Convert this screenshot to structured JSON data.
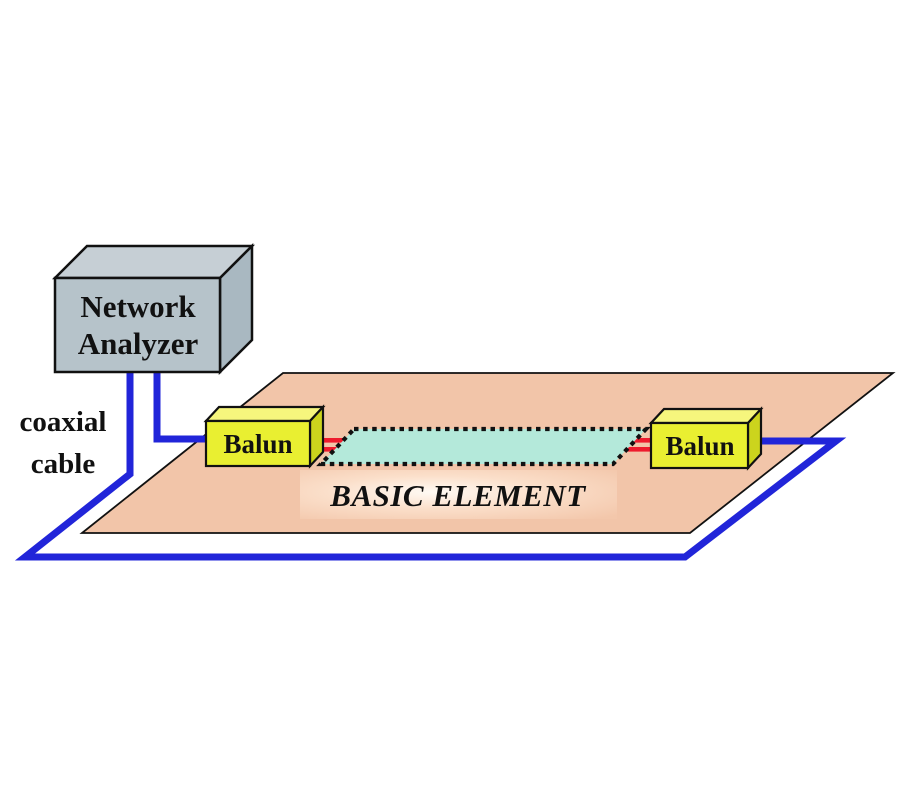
{
  "labels": {
    "network_analyzer_line1": "Network",
    "network_analyzer_line2": "Analyzer",
    "coaxial_line1": "coaxial",
    "coaxial_line2": "cable",
    "balun_left": "Balun",
    "balun_right": "Balun",
    "basic_element": "BASIC ELEMENT"
  },
  "colors": {
    "cable_blue": "#2125d9",
    "feed_red": "#ee1b2d",
    "board_fill": "#f2c5a9",
    "element_fill": "#b4e9da",
    "balun_front": "#e9ef31",
    "balun_top": "#f6f67d",
    "balun_side": "#ccd41d",
    "analyzer_front": "#b6c3ca",
    "analyzer_top": "#c6cfd5",
    "analyzer_side": "#a9b8c1",
    "label_glow_center": "#fffaf4",
    "label_glow_mid": "#fbdfca",
    "label_glow_edge": "#f3c7ab",
    "outline": "#111111",
    "text_black": "#111111"
  }
}
